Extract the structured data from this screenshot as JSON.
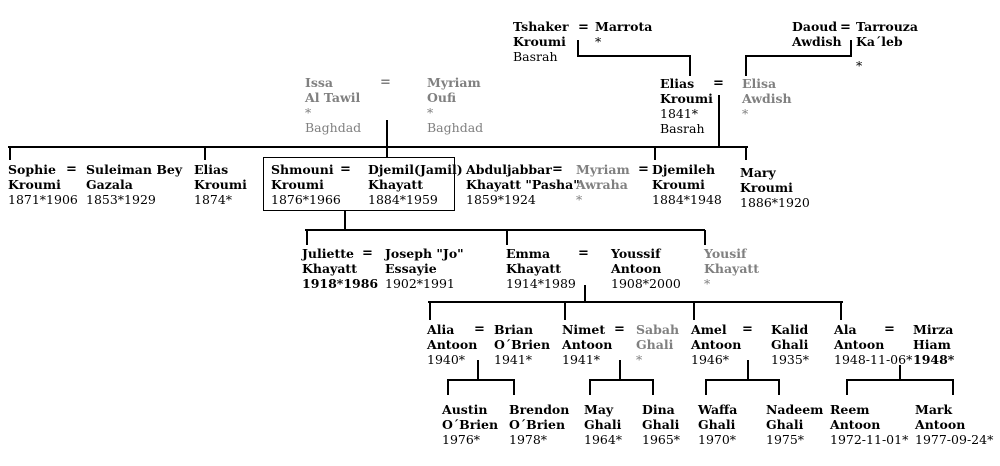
{
  "people": {
    "tshaker": {
      "n1": "Tshaker",
      "n2": "Kroumi",
      "d": "",
      "pl": "Basrah",
      "gray": false
    },
    "marrota": {
      "n1": "Marrota",
      "n2": "",
      "d": "*",
      "pl": "",
      "gray": false
    },
    "daoud": {
      "n1": "Daoud",
      "n2": "Awdish",
      "d": "",
      "pl": "",
      "gray": false
    },
    "tarrouza": {
      "n1": "Tarrouza",
      "n2": "Ka´leb",
      "d": "",
      "pl": "*",
      "gray": false
    },
    "issa": {
      "n1": "Issa",
      "n2": "Al Tawil",
      "d": "*",
      "pl": "Baghdad",
      "gray": true
    },
    "myriam_o": {
      "n1": "Myriam",
      "n2": "Oufi",
      "d": "*",
      "pl": "Baghdad",
      "gray": true
    },
    "elias_k1": {
      "n1": "Elias",
      "n2": "Kroumi",
      "d": "1841*",
      "pl": "Basrah",
      "gray": false
    },
    "elisa": {
      "n1": "Elisa",
      "n2": "Awdish",
      "d": "*",
      "pl": "",
      "gray": true
    },
    "sophie": {
      "n1": "Sophie",
      "n2": "Kroumi",
      "d": "1871*1906",
      "pl": "",
      "gray": false
    },
    "suleiman": {
      "n1": "Suleiman Bey",
      "n2": "Gazala",
      "d": "1853*1929",
      "pl": "",
      "gray": false
    },
    "elias_k2": {
      "n1": "Elias",
      "n2": "Kroumi",
      "d": "1874*",
      "pl": "",
      "gray": false
    },
    "shmouni": {
      "n1": "Shmouni",
      "n2": "Kroumi",
      "d": "1876*1966",
      "pl": "",
      "gray": false
    },
    "djemil": {
      "n1": "Djemil(Jamil)",
      "n2": "Khayatt",
      "d": "1884*1959",
      "pl": "",
      "gray": false
    },
    "abdul": {
      "n1": "Abduljabbar",
      "n2": "Khayatt \"Pasha\"",
      "d": "1859*1924",
      "pl": "",
      "gray": false
    },
    "myriam_a": {
      "n1": "Myriam",
      "n2": "Awraha",
      "d": "*",
      "pl": "",
      "gray": true
    },
    "djemileh": {
      "n1": "Djemileh",
      "n2": "Kroumi",
      "d": "1884*1948",
      "pl": "",
      "gray": false
    },
    "mary": {
      "n1": "Mary",
      "n2": "Kroumi",
      "d": "1886*1920",
      "pl": "",
      "gray": false
    },
    "juliette": {
      "n1": "Juliette",
      "n2": "Khayatt",
      "d": "1918*1986",
      "pl": "",
      "gray": false
    },
    "joseph": {
      "n1": "Joseph \"Jo\"",
      "n2": "Essayie",
      "d": "1902*1991",
      "pl": "",
      "gray": false
    },
    "emma": {
      "n1": "Emma",
      "n2": "Khayatt",
      "d": "1914*1989",
      "pl": "",
      "gray": false
    },
    "youssif": {
      "n1": "Youssif",
      "n2": "Antoon",
      "d": "1908*2000",
      "pl": "",
      "gray": false
    },
    "yousif_k": {
      "n1": "Yousif",
      "n2": "Khayatt",
      "d": "*",
      "pl": "",
      "gray": true
    },
    "alia": {
      "n1": "Alia",
      "n2": "Antoon",
      "d": "1940*",
      "pl": "",
      "gray": false
    },
    "brian": {
      "n1": "Brian",
      "n2": "O´Brien",
      "d": "1941*",
      "pl": "",
      "gray": false
    },
    "nimet": {
      "n1": "Nimet",
      "n2": "Antoon",
      "d": "1941*",
      "pl": "",
      "gray": false
    },
    "sabah": {
      "n1": "Sabah",
      "n2": "Ghali",
      "d": "*",
      "pl": "",
      "gray": true
    },
    "amel": {
      "n1": "Amel",
      "n2": "Antoon",
      "d": "1946*",
      "pl": "",
      "gray": false
    },
    "kalid": {
      "n1": "Kalid",
      "n2": "Ghali",
      "d": "1935*",
      "pl": "",
      "gray": false
    },
    "ala": {
      "n1": "Ala",
      "n2": "Antoon",
      "d": "1948-11-06*",
      "pl": "",
      "gray": false
    },
    "mirza": {
      "n1": "Mirza",
      "n2": "Hiam",
      "d": "1948*",
      "pl": "",
      "gray": false
    },
    "austin": {
      "n1": "Austin",
      "n2": "O´Brien",
      "d": "1976*",
      "pl": "",
      "gray": false
    },
    "brendon": {
      "n1": "Brendon",
      "n2": "O´Brien",
      "d": "1978*",
      "pl": "",
      "gray": false
    },
    "may": {
      "n1": "May",
      "n2": "Ghali",
      "d": "1964*",
      "pl": "",
      "gray": false
    },
    "dina": {
      "n1": "Dina",
      "n2": "Ghali",
      "d": "1965*",
      "pl": "",
      "gray": false
    },
    "waffa": {
      "n1": "Waffa",
      "n2": "Ghali",
      "d": "1970*",
      "pl": "",
      "gray": false
    },
    "nadeem": {
      "n1": "Nadeem",
      "n2": "Ghali",
      "d": "1975*",
      "pl": "",
      "gray": false
    },
    "reem": {
      "n1": "Reem",
      "n2": "Antoon",
      "d": "1972-11-01*",
      "pl": "",
      "gray": false
    },
    "mark": {
      "n1": "Mark",
      "n2": "Antoon",
      "d": "1977-09-24*",
      "pl": "",
      "gray": false
    }
  },
  "marriage_symbol": "="
}
